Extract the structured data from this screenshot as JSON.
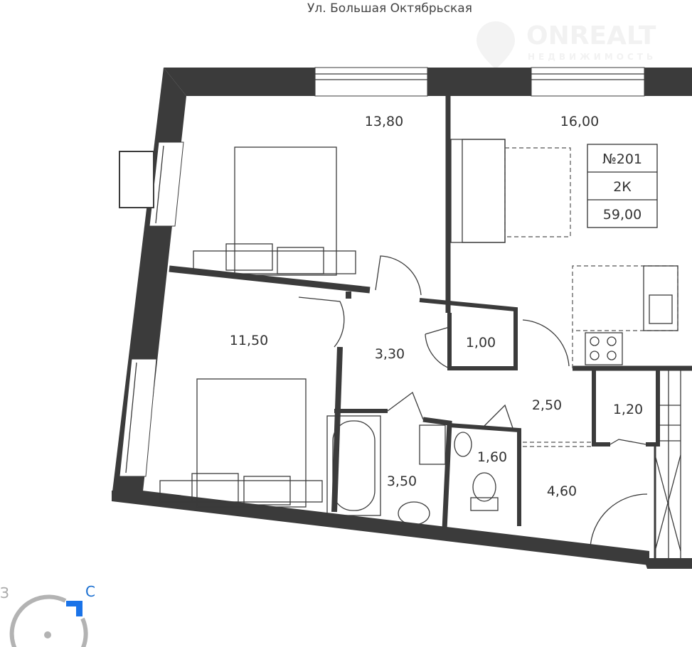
{
  "street": "Ул. Большая Октябрьская",
  "watermark": {
    "brand": "ONREALT",
    "sub": "НЕДВИЖИМОСТЬ"
  },
  "apartment": {
    "number": "№201",
    "type": "2К",
    "area": "59,00"
  },
  "rooms": [
    {
      "name": "bedroom-1",
      "area": "13,80"
    },
    {
      "name": "living-kitchen",
      "area": "16,00"
    },
    {
      "name": "bedroom-2",
      "area": "11,50"
    },
    {
      "name": "hall",
      "area": "3,30"
    },
    {
      "name": "closet",
      "area": "1,00"
    },
    {
      "name": "corridor",
      "area": "2,50"
    },
    {
      "name": "storage",
      "area": "1,20"
    },
    {
      "name": "toilet",
      "area": "1,60"
    },
    {
      "name": "bathroom",
      "area": "3,50"
    },
    {
      "name": "entrance",
      "area": "4,60"
    }
  ],
  "compass": {
    "west": "З",
    "north": "С",
    "accent": "#1a73e8"
  }
}
